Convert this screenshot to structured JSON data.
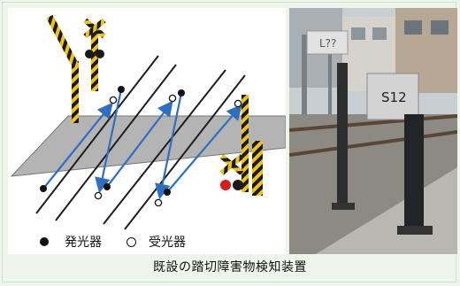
{
  "legend": {
    "emitter_label": "発光器",
    "receiver_label": "受光器"
  },
  "caption": "既設の踏切障害物検知装置",
  "photo": {
    "sign_small": "L??",
    "sign_large": "S12"
  },
  "colors": {
    "beam": "#2f6fc0",
    "road": "#b4b4b4",
    "rail": "#1e1e1e",
    "crossing_yellow": "#f2c21a",
    "crossing_black": "#1a1a1a",
    "signal_red": "#d81b1b"
  }
}
